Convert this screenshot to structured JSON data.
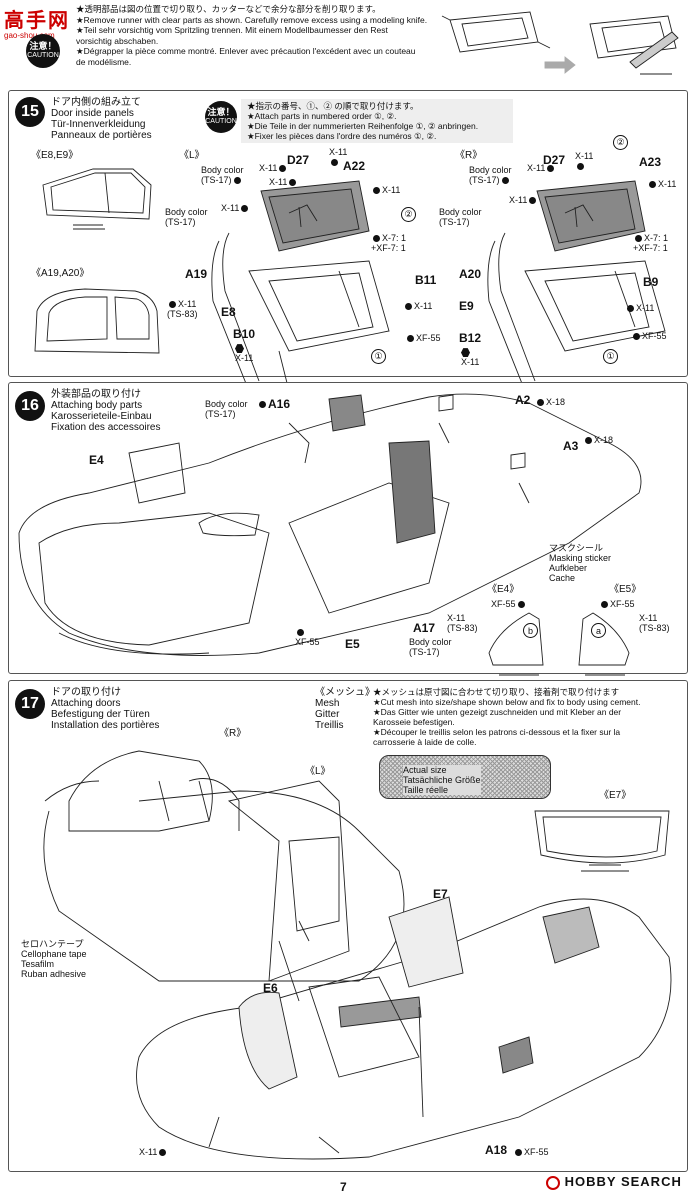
{
  "watermark": {
    "brand": "高手网",
    "url": "gao-shou.com"
  },
  "top_notes": {
    "caution_jp": "注意！",
    "caution_en": "CAUTION",
    "lines": [
      "★透明部品は図の位置で切り取り、カッターなどで余分な部分を削り取ります。",
      "★Remove runner with clear parts as shown. Carefully remove excess using a modeling knife.",
      "★Teil sehr vorsichtig vom Spritzling trennen. Mit einem Modellbaumesser den Rest",
      "vorsichtig abschaben.",
      "★Dégrapper la pièce comme montré. Enlever avec précaution l'excédent avec un couteau",
      "de modélisme."
    ]
  },
  "step15": {
    "number": "15",
    "titles": [
      "ドア内側の組み立て",
      "Door inside panels",
      "Tür-Innenverkleidung",
      "Panneaux de portières"
    ],
    "caution_jp": "注意！",
    "caution_en": "CAUTION",
    "notes": [
      "★指示の番号、①、② の順で取り付けます。",
      "★Attach parts in numbered order ①, ②.",
      "★Die Teile in der nummerierten Reihenfolge ①, ② anbringen.",
      "★Fixer les pièces dans l'ordre des numéros ①, ②."
    ],
    "variant_a": "《E8,E9》",
    "variant_b": "《A19,A20》",
    "left": "《L》",
    "right": "《R》",
    "labels_left": {
      "body_color_1": "Body color",
      "ts17_1": "(TS-17)",
      "body_color_2": "Body color",
      "ts17_2": "(TS-17)",
      "x11_a": "X-11",
      "x11_b": "X-11",
      "x11_c": "X-11",
      "x11_d": "X-11",
      "x11_e": "X-11",
      "d27": "D27",
      "a22": "A22",
      "a19": "A19",
      "e8": "E8",
      "b10": "B10",
      "b11": "B11",
      "x7": "X-7: 1",
      "xf7": "+XF-7: 1",
      "xf55": "XF-55",
      "x11_bottom": "X-11",
      "x11_var": "X-11",
      "ts83_var": "(TS-83)"
    },
    "labels_right": {
      "body_color_1": "Body color",
      "ts17_1": "(TS-17)",
      "body_color_2": "Body color",
      "ts17_2": "(TS-17)",
      "x11_a": "X-11",
      "x11_b": "X-11",
      "x11_c": "X-11",
      "x11_d": "X-11",
      "d27": "D27",
      "a23": "A23",
      "a20": "A20",
      "e9": "E9",
      "b12": "B12",
      "b9": "B9",
      "x7": "X-7: 1",
      "xf7": "+XF-7: 1",
      "xf55": "XF-55",
      "x11_bottom": "X-11",
      "x11_b9": "X-11"
    },
    "order1": "①",
    "order2": "②"
  },
  "step16": {
    "number": "16",
    "titles": [
      "外装部品の取り付け",
      "Attaching body parts",
      "Karosserieteile-Einbau",
      "Fixation des accessoires"
    ],
    "labels": {
      "body_color": "Body color",
      "ts17": "(TS-17)",
      "a16": "A16",
      "a2": "A2",
      "x18_a": "X-18",
      "a3": "A3",
      "x18_b": "X-18",
      "e4": "E4",
      "e5": "E5",
      "xf55_a": "XF-55",
      "a17": "A17",
      "body_color_2": "Body color",
      "ts17_2": "(TS-17)"
    },
    "mask": {
      "jp": "マスクシール",
      "en": "Masking sticker",
      "de": "Aufkleber",
      "fr": "Cache"
    },
    "mask_e4": "《E4》",
    "mask_e5": "《E5》",
    "mask_e4_xf55": "XF-55",
    "mask_e5_xf55": "XF-55",
    "mask_e4_x11": "X-11",
    "mask_e4_ts83": "(TS-83)",
    "mask_e5_x11": "X-11",
    "mask_e5_ts83": "(TS-83)",
    "mask_b": "b",
    "mask_a": "a"
  },
  "step17": {
    "number": "17",
    "titles": [
      "ドアの取り付け",
      "Attaching doors",
      "Befestigung der Türen",
      "Installation des portières"
    ],
    "mesh_title": "《メッシュ》",
    "mesh_en": "Mesh",
    "mesh_de": "Gitter",
    "mesh_fr": "Treillis",
    "notes": [
      "★メッシュは原寸図に合わせて切り取り、接着剤で取り付けます",
      "★Cut mesh into size/shape shown below and fix to body using cement.",
      "★Das Gitter wie unten gezeigt zuschneiden und mit Kleber an der",
      "Karosseie befestigen.",
      "★Découper le treillis selon les patrons ci-dessous et la fixer sur la",
      "carrosserie à laide de colle."
    ],
    "actual": [
      "Actual size",
      "Tatsächliche Größe",
      "Taille réelle"
    ],
    "r": "《R》",
    "l": "《L》",
    "e7_var": "《E7》",
    "tape": [
      "セロハンテープ",
      "Cellophane tape",
      "Tesafilm",
      "Ruban adhesive"
    ],
    "e7": "E7",
    "e6": "E6",
    "a18": "A18",
    "xf55": "XF-55",
    "x11": "X-11"
  },
  "footer": {
    "page": "7",
    "brand": "HOBBY SEARCH"
  }
}
